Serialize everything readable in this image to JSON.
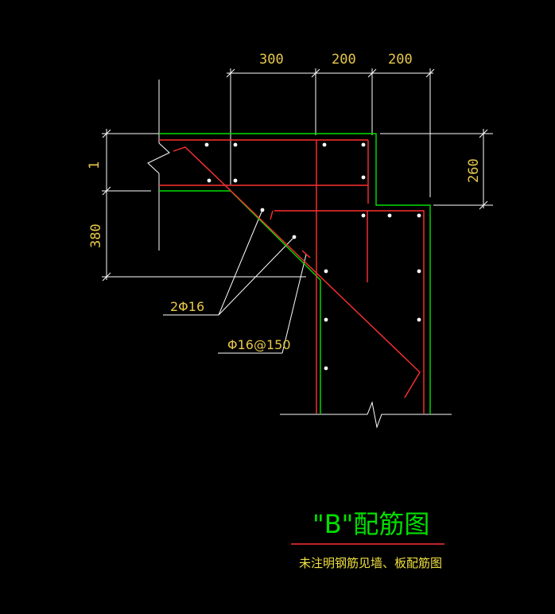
{
  "dimensions": {
    "top_1": "300",
    "top_2": "200",
    "top_3": "200",
    "right": "260",
    "left_upper": "1",
    "left_lower": "380"
  },
  "callouts": {
    "bars": "2Φ16",
    "stirrups": "Φ16@150"
  },
  "title": {
    "main": "\"B\"配筋图",
    "subtitle": "未注明钢筋见墙、板配筋图"
  },
  "colors": {
    "background": "#000000",
    "concrete_outline": "#00e000",
    "rebar": "#ff3030",
    "dimension_lines": "#ffffff",
    "dimension_text": "#e8c84a",
    "title_text": "#00e000",
    "subtitle_text": "#f0e040"
  }
}
